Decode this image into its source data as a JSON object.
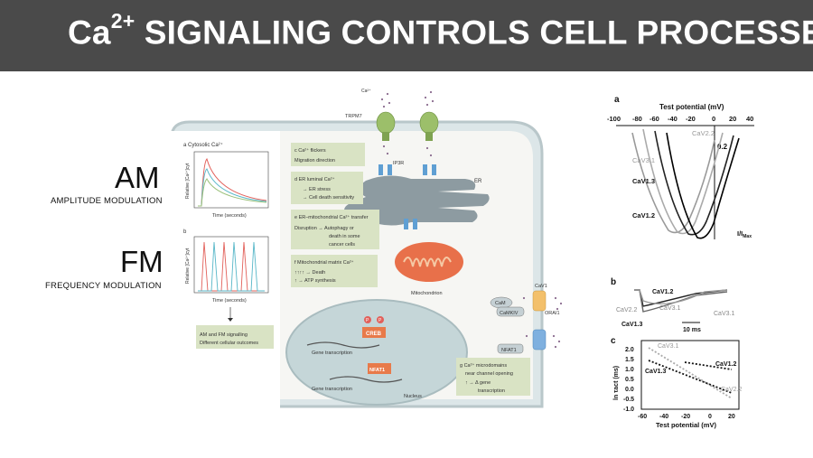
{
  "title": {
    "main": "Ca",
    "sup": "2+",
    "rest": " SIGNALING CONTROLS CELL PROCESSES"
  },
  "left_labels": {
    "am": "AM",
    "am_sub": "AMPLITUDE MODULATION",
    "fm": "FM",
    "fm_sub": "FREQUENCY  MODULATION"
  },
  "diagram": {
    "panel_a_title": "a  Cytosolic Ca²⁺",
    "panel_b_label": "b",
    "y_axis_label": "Relative [Ca²⁺]cyt",
    "x_axis_label": "Time (seconds)",
    "am_fm_box": {
      "line1": "AM and FM signalling",
      "line2": "Different cellular outcomes"
    },
    "trpm7": "TRPM7",
    "ca_top": "Ca²⁺",
    "ip3r": "IP3R",
    "er": "ER",
    "box_c": {
      "title": "c  Ca²⁺ flickers",
      "body": "Migration direction"
    },
    "box_d": {
      "title": "d  ER luminal Ca²⁺",
      "line1": "→ ER stress",
      "line2": "→ Cell death sensitivity"
    },
    "box_e": {
      "title": "e  ER–mitochondrial Ca²⁺ transfer",
      "line1": "Disruption → Autophagy or",
      "line2": "death in some",
      "line3": "cancer cells"
    },
    "box_f": {
      "title": "f  Mitochondrial matrix Ca²⁺",
      "line1": "↑↑↑↑ → Death",
      "line2": "↑ → ATP synthesis"
    },
    "mitochondrion": "Mitochondrion",
    "cam": "CaM",
    "camkiv": "CaMKIV",
    "cav1": "CaV1",
    "orai1": "ORAI1",
    "creb": "CREB",
    "p": "P",
    "nfat1_left": "NFAT1",
    "nfat1_right": "NFAT1",
    "gene_transcription_1": "Gene transcription",
    "gene_transcription_2": "Gene transcription",
    "nucleus": "Nucleus",
    "box_g": {
      "title": "g  Ca²⁺ microdomains",
      "line1": "near channel opening",
      "line2": "↑ → Δ gene",
      "line3": "transcription"
    }
  },
  "panel_right": {
    "a": {
      "label": "a",
      "xlabel": "Test potential (mV)",
      "xticks": [
        "-100",
        "-80",
        "-60",
        "-40",
        "-20",
        "0",
        "20",
        "40"
      ],
      "ytick": "0.2",
      "ylabel": "I/I",
      "ylabel_sub": "Max",
      "series_labels": [
        "CaV2.2",
        "CaV3.1",
        "CaV1.3",
        "CaV1.2"
      ]
    },
    "b": {
      "label": "b",
      "labels": [
        "CaV1.2",
        "CaV2.2",
        "CaV3.1",
        "CaV1.3",
        "CaV3.1"
      ],
      "scalebar": "10 ms"
    },
    "c": {
      "label": "c",
      "ylabel": "ln τact (ms)",
      "xlabel": "Test potential (mV)",
      "xticks": [
        "-60",
        "-40",
        "-20",
        "0",
        "20"
      ],
      "yticks": [
        "2.0",
        "1.5",
        "1.0",
        "0.5",
        "0.0",
        "-0.5",
        "-1.0"
      ],
      "series_labels": [
        "CaV3.1",
        "CaV1.2",
        "CaV1.3",
        "CaV2.2"
      ]
    }
  },
  "colors": {
    "title_bg": "#4a4a4a",
    "membrane": "#d7e2e4",
    "box_green": "#d9e3c4",
    "channel_green": "#9cbf6a",
    "ip3r_blue": "#5f9fd3",
    "mito": "#e8704a",
    "trace_red": "#e2605a",
    "trace_teal": "#57b7c8"
  }
}
